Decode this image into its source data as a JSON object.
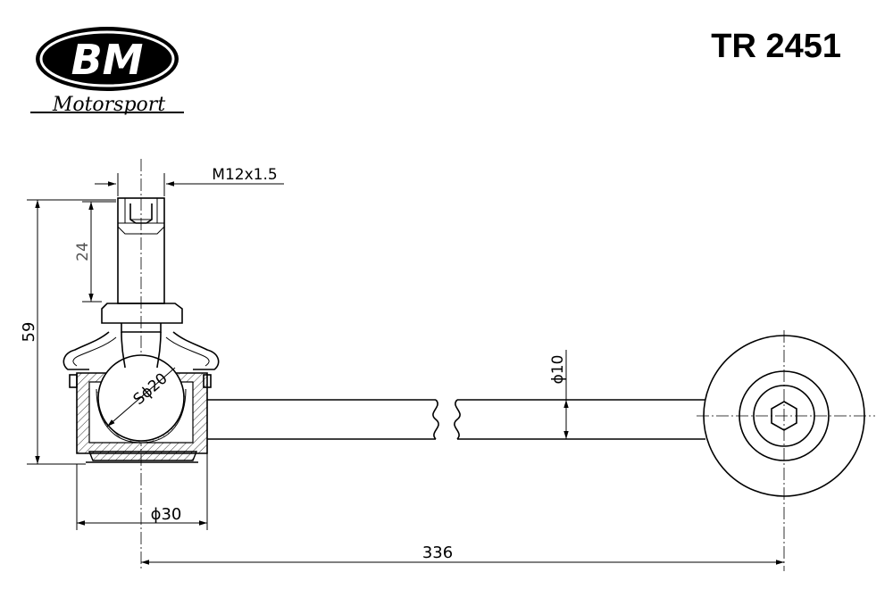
{
  "logo": {
    "brand": "BM",
    "tagline": "Motorsport"
  },
  "part_number": "TR 2451",
  "dimensions": {
    "thread": "M12x1.5",
    "thread_length": "24",
    "overall_height": "59",
    "ball_diameter": "Sϕ20",
    "rod_diameter": "ϕ10",
    "housing_diameter": "ϕ30",
    "center_distance": "336"
  }
}
